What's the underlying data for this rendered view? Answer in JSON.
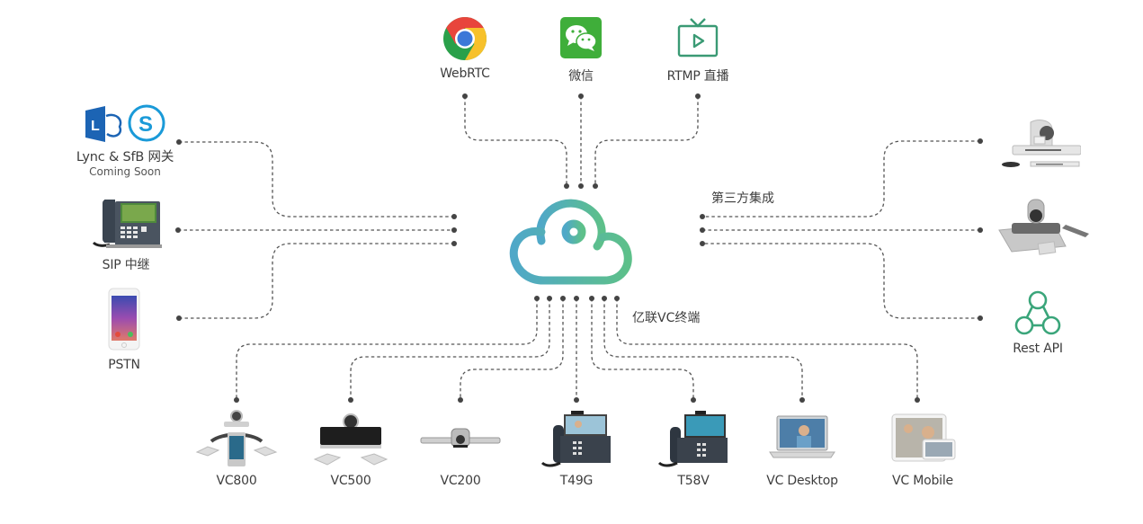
{
  "diagram": {
    "center": {
      "name": "cloud-platform",
      "icon": "cloud-icon"
    },
    "group_labels": {
      "third_party": "第三方集成",
      "yealink_terminals": "亿联VC终端"
    },
    "top_nodes": [
      {
        "label": "WebRTC",
        "icon": "chrome-icon"
      },
      {
        "label": "微信",
        "icon": "wechat-icon"
      },
      {
        "label": "RTMP 直播",
        "icon": "tv-play-icon"
      }
    ],
    "left_nodes": [
      {
        "label": "Lync & SfB 网关",
        "sublabel": "Coming Soon",
        "icon": "lync-skype-icon"
      },
      {
        "label": "SIP 中继",
        "icon": "ip-phone-icon"
      },
      {
        "label": "PSTN",
        "icon": "smartphone-icon"
      }
    ],
    "right_nodes": [
      {
        "label": "",
        "icon": "room-system-icon"
      },
      {
        "label": "",
        "icon": "ptz-camera-system-icon"
      },
      {
        "label": "Rest API",
        "icon": "rest-api-icon"
      }
    ],
    "bottom_nodes": [
      {
        "label": "VC800",
        "icon": "vc800-icon"
      },
      {
        "label": "VC500",
        "icon": "vc500-icon"
      },
      {
        "label": "VC200",
        "icon": "vc200-icon"
      },
      {
        "label": "T49G",
        "icon": "t49g-phone-icon"
      },
      {
        "label": "T58V",
        "icon": "t58v-phone-icon"
      },
      {
        "label": "VC Desktop",
        "icon": "laptop-icon"
      },
      {
        "label": "VC Mobile",
        "icon": "tablet-icon"
      }
    ],
    "colors": {
      "line": "#555555",
      "cloud_start": "#4fa8c8",
      "cloud_end": "#5dc08a",
      "wechat": "#3fae3a",
      "rtmp": "#3a9a74",
      "rest_api": "#3aa57a",
      "lync": "#1c64b4",
      "skype": "#1a9ad8"
    }
  }
}
